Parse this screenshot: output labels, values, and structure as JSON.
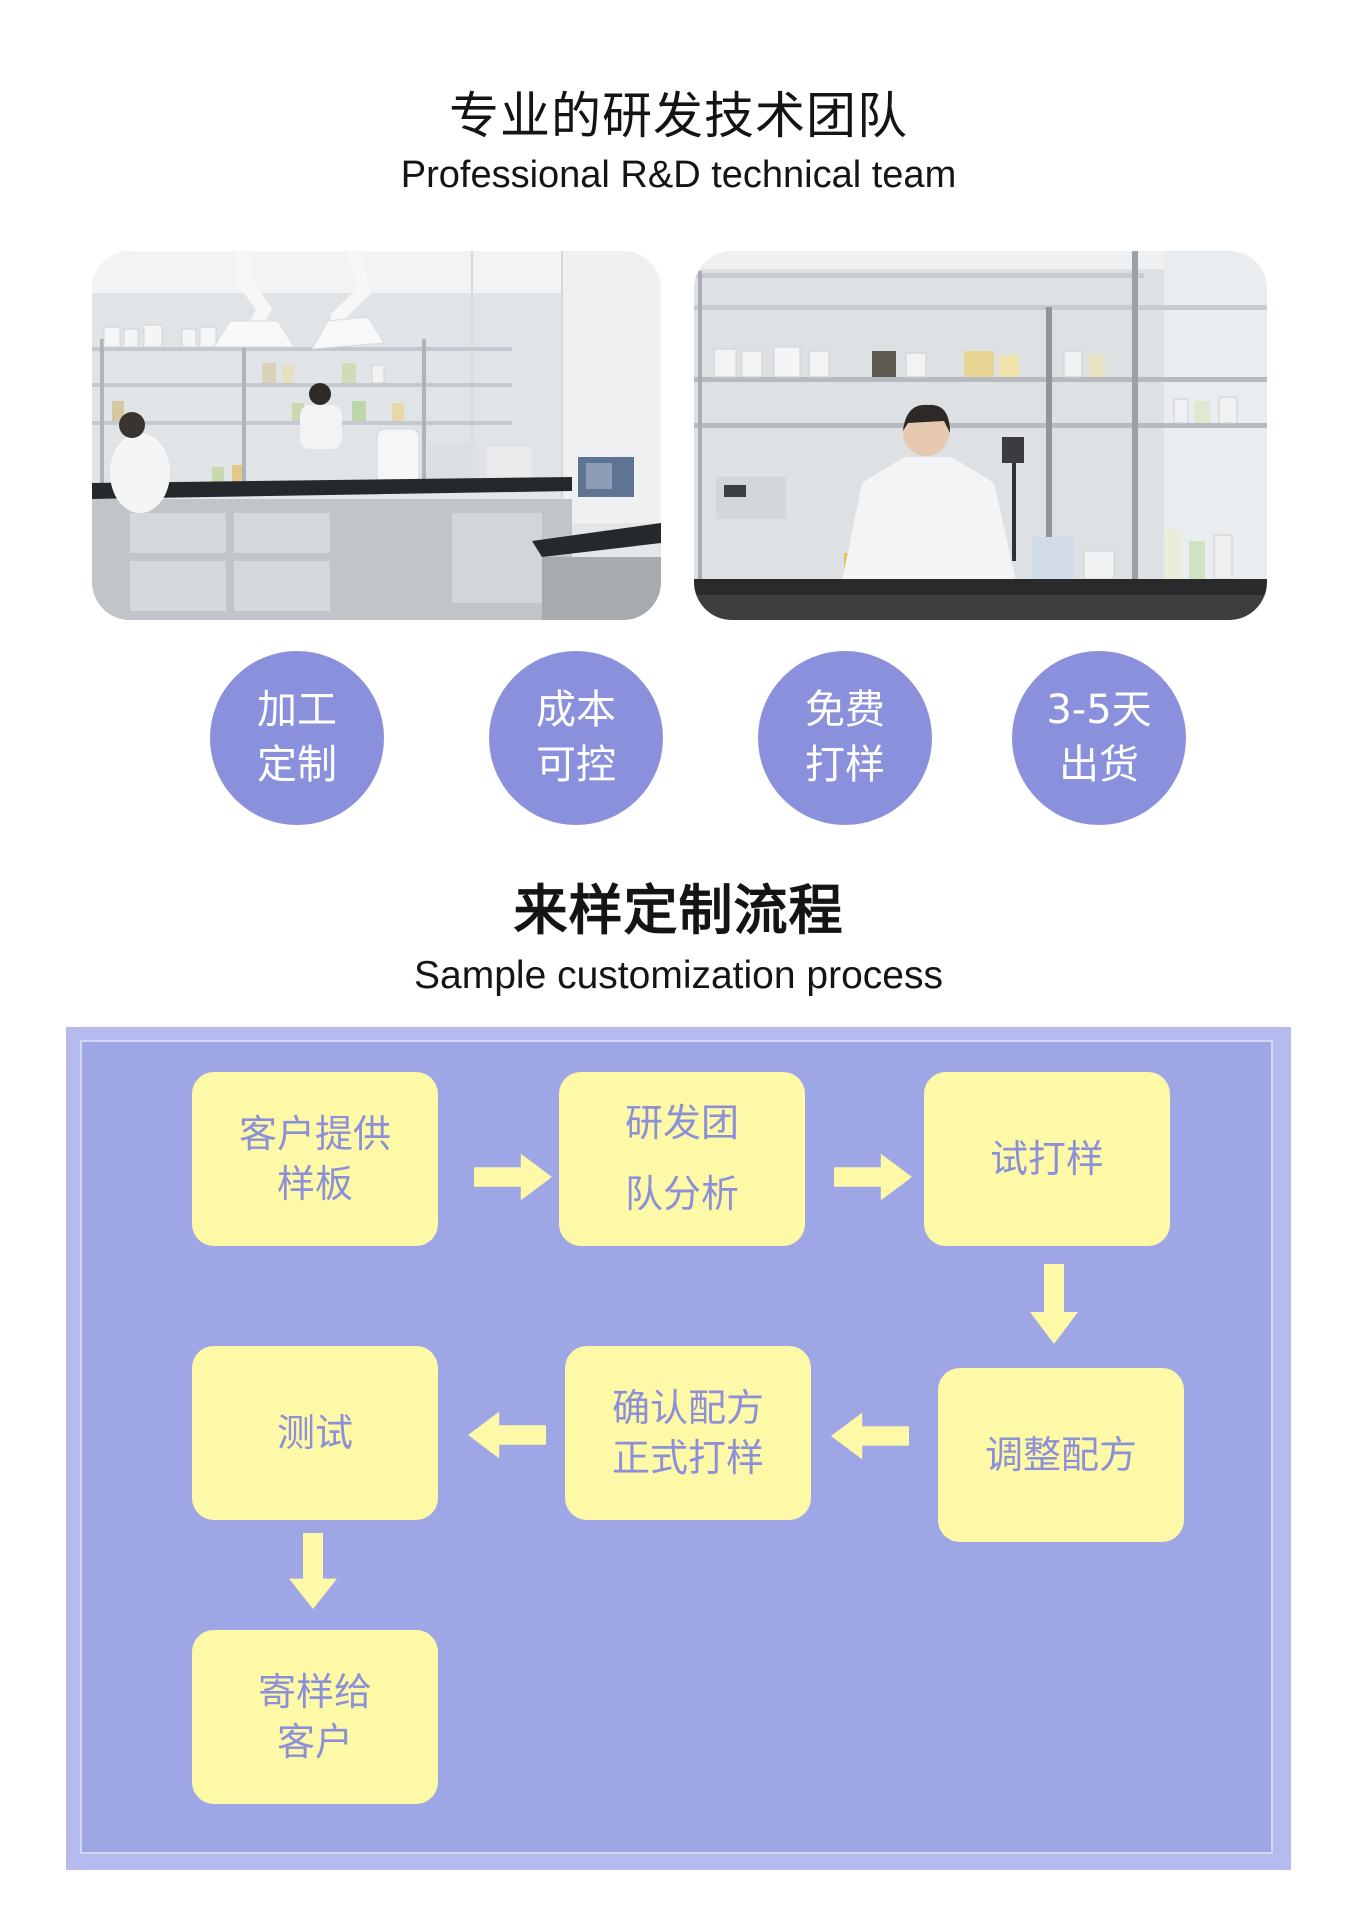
{
  "rd_section": {
    "title": "专业的研发技术团队",
    "subtitle": "Professional R&D technical team"
  },
  "features": [
    {
      "line1": "加工",
      "line2": "定制"
    },
    {
      "line1": "成本",
      "line2": "可控"
    },
    {
      "line1": "免费",
      "line2": "打样"
    },
    {
      "line1": "3-5天",
      "line2": "出货"
    }
  ],
  "process_section": {
    "title": "来样定制流程",
    "subtitle": "Sample customization process"
  },
  "process": {
    "step1": {
      "line1": "客户提供",
      "line2": "样板"
    },
    "step2": {
      "line1": "研发团",
      "line2": "队分析"
    },
    "step3": {
      "line1": "试打样"
    },
    "step4": {
      "line1": "调整配方"
    },
    "step5": {
      "line1": "确认配方",
      "line2": "正式打样"
    },
    "step6": {
      "line1": "测试"
    },
    "step7": {
      "line1": "寄样给",
      "line2": "客户"
    }
  },
  "icons": {
    "flow_right": "arrow-right-icon",
    "flow_left": "arrow-left-icon",
    "flow_down": "arrow-down-icon"
  },
  "colors": {
    "feature_circle": "#8b90dc",
    "panel_fill": "#9ea6e6",
    "panel_border": "#b6bbee",
    "step_box": "#fdf9a6",
    "step_text": "#8c90d8",
    "arrow": "#fdf9a6"
  }
}
